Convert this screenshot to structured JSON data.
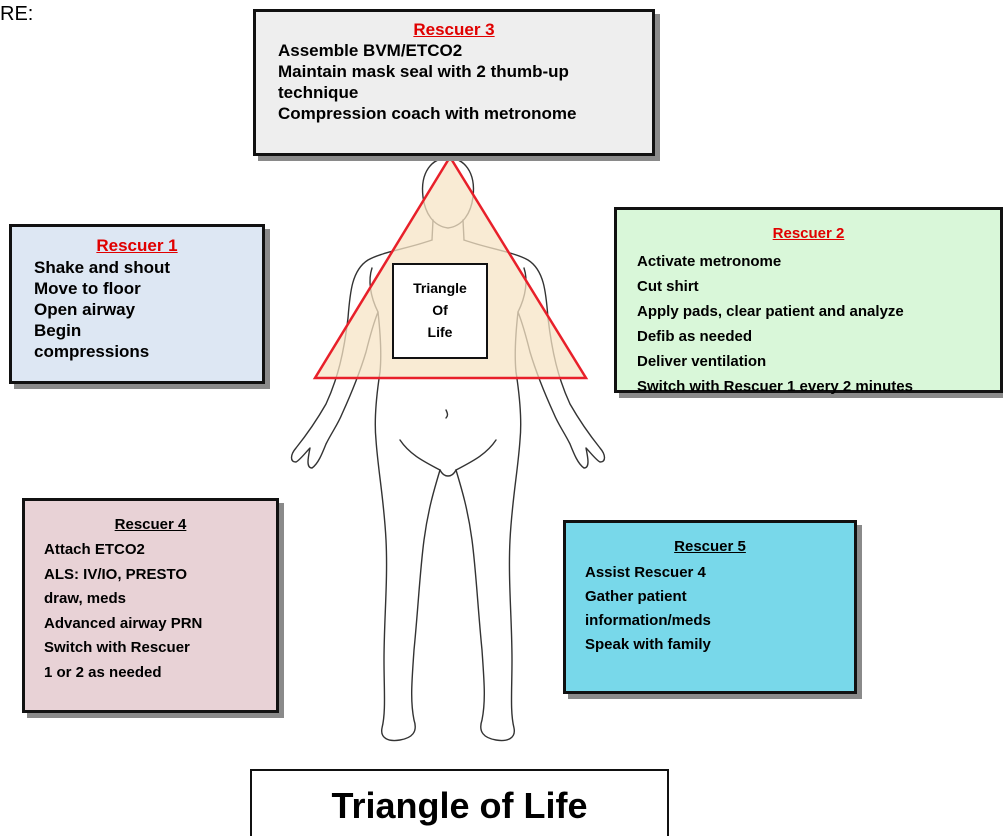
{
  "top_label": "RE:",
  "rescuer3": {
    "title": "Rescuer 3",
    "lines": [
      "Assemble BVM/ETCO2",
      "Maintain mask seal with 2 thumb-up",
      "technique",
      "Compression coach with metronome"
    ]
  },
  "rescuer1": {
    "title": "Rescuer 1",
    "lines": [
      "Shake and shout",
      "Move to floor",
      "Open airway",
      "Begin",
      "compressions"
    ]
  },
  "rescuer2": {
    "title": "Rescuer 2",
    "lines": [
      "Activate metronome",
      "Cut shirt",
      "Apply pads, clear patient and analyze",
      "Defib as needed",
      "Deliver ventilation",
      "Switch with Rescuer 1 every 2 minutes"
    ]
  },
  "rescuer4": {
    "title": "Rescuer 4",
    "lines": [
      "Attach ETCO2",
      "ALS: IV/IO, PRESTO",
      "draw, meds",
      "Advanced airway PRN",
      "Switch with Rescuer",
      "1 or 2 as needed"
    ]
  },
  "rescuer5": {
    "title": "Rescuer 5",
    "lines": [
      "Assist Rescuer 4",
      "Gather patient",
      "information/meds",
      "Speak with family"
    ]
  },
  "triangle_label": [
    "Triangle",
    "Of",
    "Life"
  ],
  "footer_title": "Triangle of Life",
  "colors": {
    "rescuer3_bg": "#eeeeee",
    "rescuer1_bg": "#dde7f3",
    "rescuer2_bg": "#d9f7d9",
    "rescuer4_bg": "#e8d2d6",
    "rescuer5_bg": "#78d8ea",
    "triangle_stroke": "#e8202a",
    "triangle_fill": "#f7e4c6",
    "title_red": "#e00000"
  }
}
